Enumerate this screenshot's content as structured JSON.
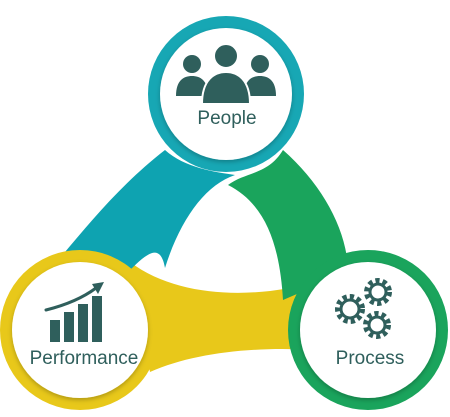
{
  "diagram": {
    "nodes": [
      {
        "id": "people",
        "label": "People",
        "icon": "people-group-icon",
        "color": "#17a7b4"
      },
      {
        "id": "performance",
        "label": "Performance",
        "icon": "growth-chart-icon",
        "color": "#e8c81a"
      },
      {
        "id": "process",
        "label": "Process",
        "icon": "gears-icon",
        "color": "#1aa45c"
      }
    ],
    "icon_color": "#2f5f5c"
  }
}
